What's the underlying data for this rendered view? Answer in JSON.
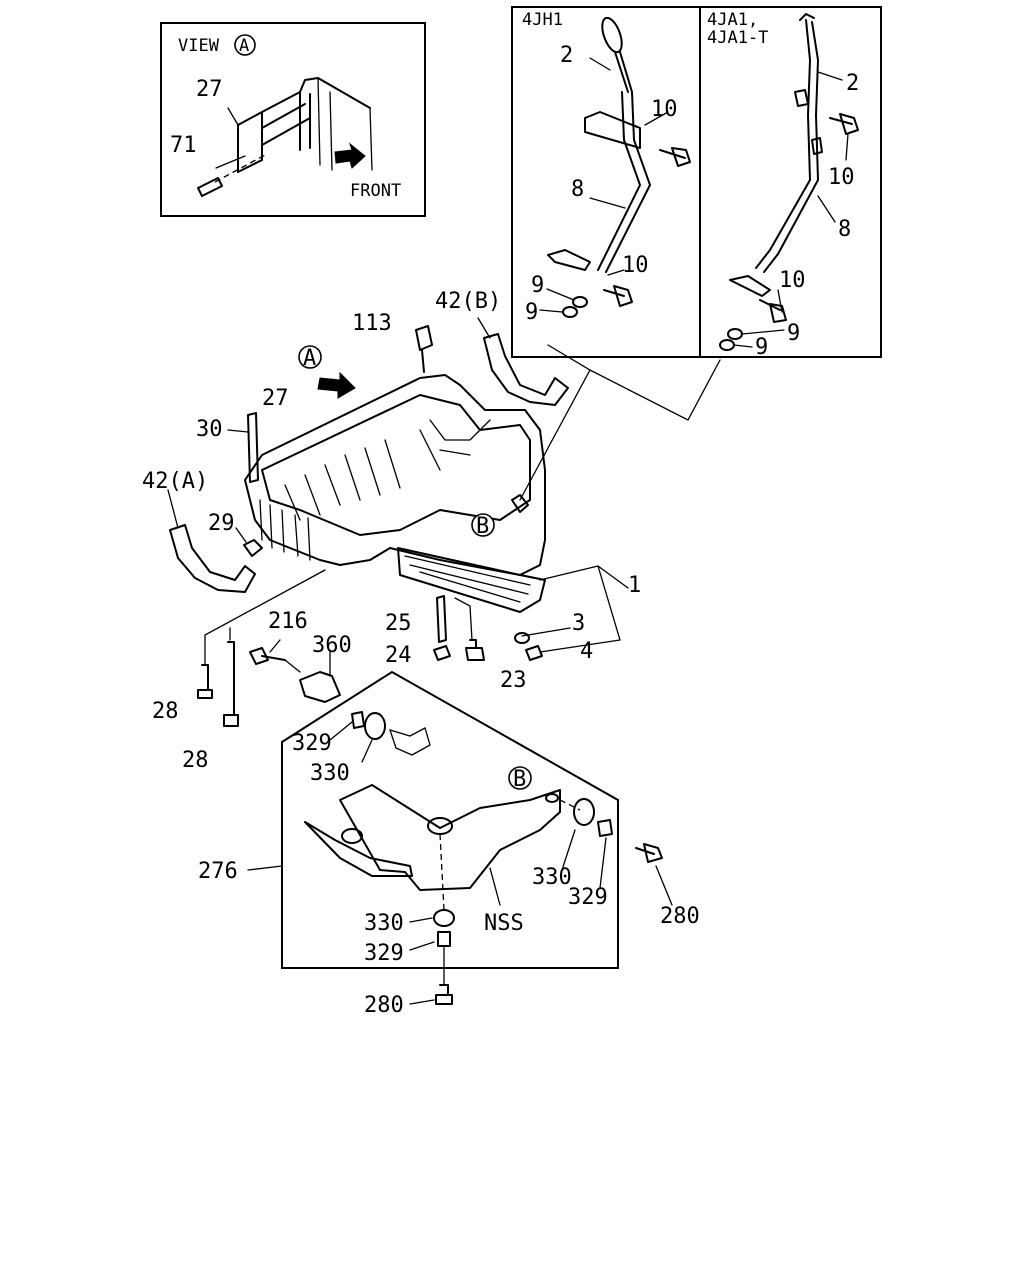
{
  "view_box": {
    "title": "VIEW",
    "title_marker": "A",
    "label_27": "27",
    "label_71": "71",
    "front": "FRONT"
  },
  "variant_4jh1": {
    "header": "4JH1",
    "l2": "2",
    "l10a": "10",
    "l8": "8",
    "l10b": "10",
    "l9a": "9",
    "l9b": "9"
  },
  "variant_4ja1": {
    "header_line1": "4JA1,",
    "header_line2": "4JA1-T",
    "l2": "2",
    "l10a": "10",
    "l8": "8",
    "l10b": "10",
    "l9a": "9",
    "l9b": "9"
  },
  "main": {
    "marker_a": "A",
    "marker_b": "B",
    "l113": "113",
    "l42b": "42(B)",
    "l27": "27",
    "l30": "30",
    "l42a": "42(A)",
    "l29": "29",
    "l1": "1",
    "l3": "3",
    "l4": "4",
    "l25": "25",
    "l24": "24",
    "l23": "23",
    "l216": "216",
    "l360": "360",
    "l28a": "28",
    "l28b": "28",
    "l329a": "329",
    "l330a": "330"
  },
  "guard": {
    "marker_b": "B",
    "l276": "276",
    "l330b": "330",
    "l329b": "329",
    "l280a": "280",
    "l330c": "330",
    "l329c": "329",
    "nss": "NSS",
    "l280b": "280"
  }
}
